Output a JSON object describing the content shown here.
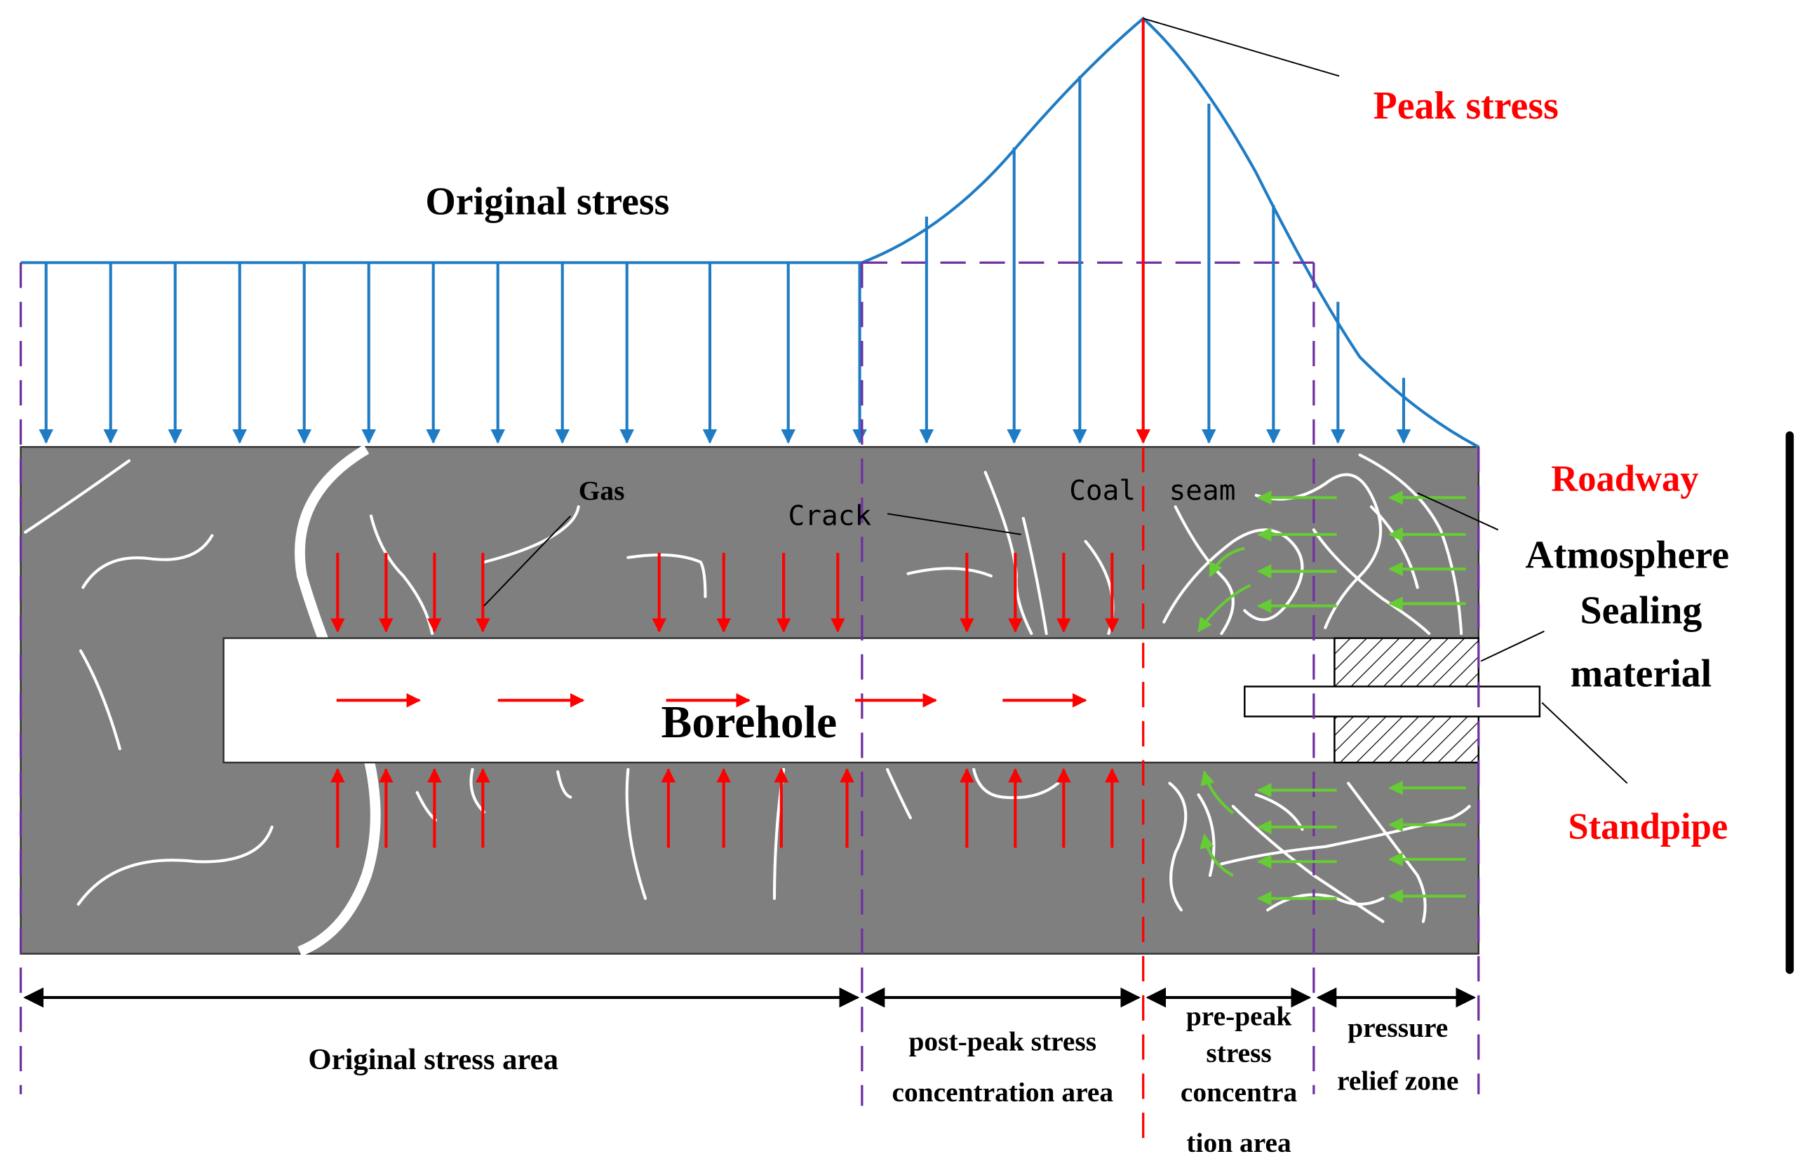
{
  "colors": {
    "stress_curve": "#1f7cc4",
    "boundary": "#7030a0",
    "peak": "#ff0000",
    "coal": "#7f7f7f",
    "gas_flow": "#ff0000",
    "air_flow": "#66cc33",
    "crack": "#ffffff",
    "text": "#000000"
  },
  "labels": {
    "original_stress": "Original stress",
    "peak_stress": "Peak stress",
    "roadway": "Roadway",
    "atmosphere": "Atmosphere",
    "sealing_1": "Sealing",
    "sealing_2": "material",
    "standpipe": "Standpipe",
    "gas": "Gas",
    "crack": "Crack",
    "coal_seam": "Coal  seam",
    "borehole": "Borehole"
  },
  "zones": {
    "original": "Original stress area",
    "post_peak_1": "post-peak stress",
    "post_peak_2": "concentration area",
    "pre_peak_1": "pre-peak",
    "pre_peak_2": "stress",
    "pre_peak_3": "concentra",
    "pre_peak_4": "tion area",
    "relief_1": "pressure",
    "relief_2": "relief zone"
  },
  "icons": {
    "stress_arrow": "down-arrow-icon",
    "gas_arrow": "right-arrow-icon",
    "air_arrow": "left-arrow-icon"
  }
}
